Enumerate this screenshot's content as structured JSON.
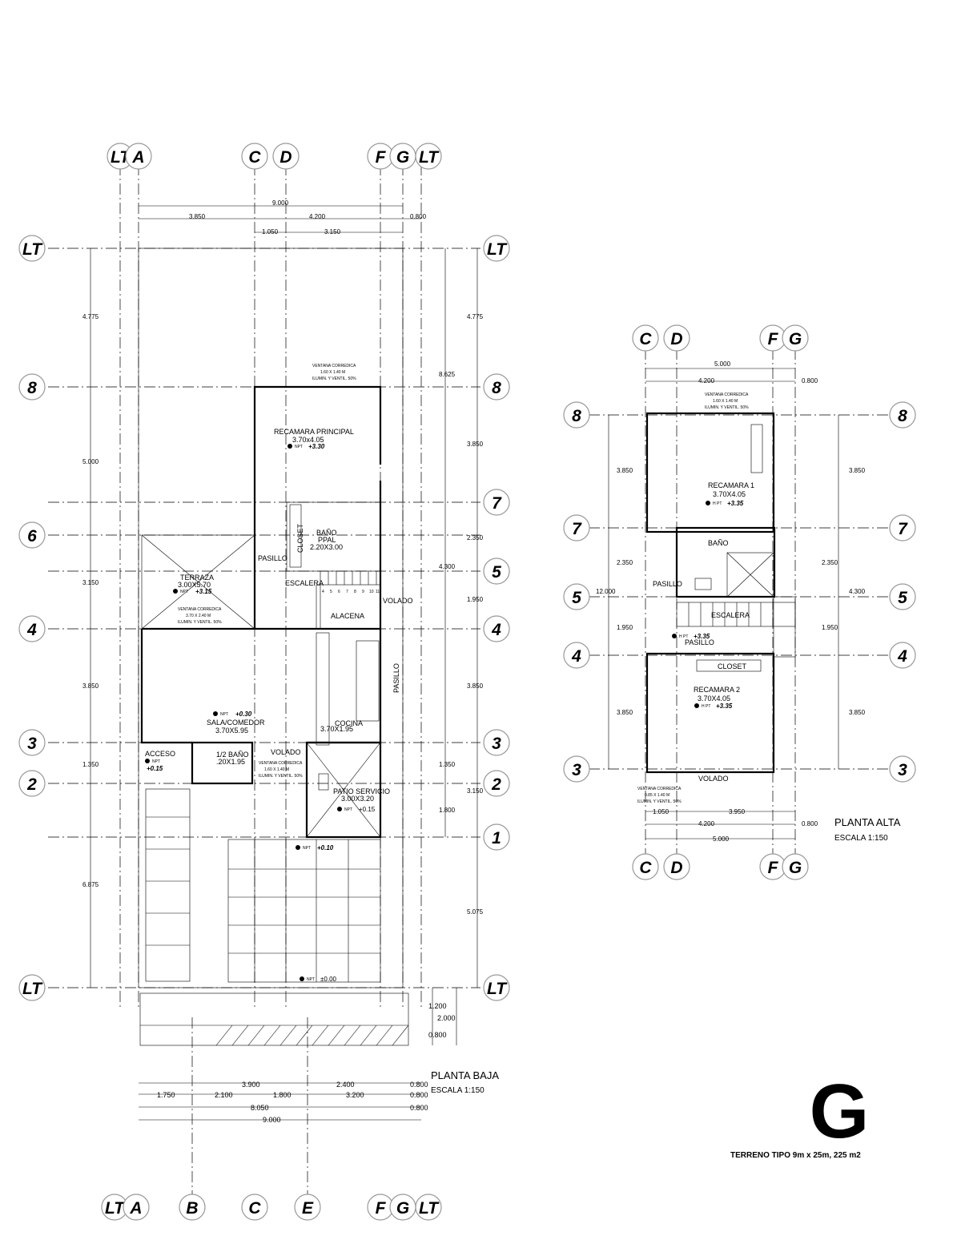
{
  "sheet_letter": "G",
  "lot_note": "TERRENO TIPO 9m x 25m, 225 m2",
  "planta_baja": {
    "title": "PLANTA BAJA",
    "scale": "ESCALA 1:150",
    "axes_top": [
      "LT",
      "A",
      "C",
      "D",
      "F",
      "G",
      "LT"
    ],
    "axes_bottom": [
      "LT",
      "A",
      "B",
      "C",
      "E",
      "F",
      "G",
      "LT"
    ],
    "axes_left": [
      "LT",
      "8",
      "6",
      "4",
      "3",
      "2",
      "LT"
    ],
    "axes_right": [
      "LT",
      "8",
      "7",
      "5",
      "4",
      "3",
      "2",
      "1",
      "LT"
    ],
    "dims_top": [
      "9.000",
      "3.850",
      "4.200",
      "0.800",
      "1.050",
      "3.150"
    ],
    "dims_left": [
      "4.775",
      "5.000",
      "3.150",
      "3.850",
      "1.350",
      "6.875"
    ],
    "dims_right": [
      "4.775",
      "8.625",
      "3.850",
      "2.350",
      "4.300",
      "1.950",
      "3.850",
      "1.350",
      "3.150",
      "1.800",
      "5.075",
      "1.200",
      "2.000",
      "0.800"
    ],
    "dims_bottom": [
      "3.900",
      "2.400",
      "0.800",
      "1.750",
      "2.100",
      "1.800",
      "3.200",
      "0.800",
      "8.050",
      "0.800",
      "9.000"
    ],
    "rooms": {
      "recamara_principal": "RECAMARA PRINCIPAL",
      "recamara_principal_size": "3.70x4.05",
      "bano_ppal": "BAÑO",
      "bano_ppal_2": "PPAL",
      "bano_ppal_size": "2.20X3.00",
      "closet": "CLOSET",
      "pasillo": "PASILLO",
      "escalera": "ESCALERA",
      "volado": "VOLADO",
      "alacena": "ALACENA",
      "terraza": "TERRAZA",
      "terraza_size": "3.00X5.70",
      "sala_comedor": "SALA/COMEDOR",
      "sala_comedor_size": "3.70X5.95",
      "cocina": "COCINA",
      "cocina_size": "3.70X1.95",
      "acceso": "ACCESO",
      "medio_bano": "1/2 BAÑO",
      "medio_bano_size": ".20X1.95",
      "volado_2": "VOLADO",
      "patio_servicio": "PATIO SERVICIO",
      "patio_servicio_size": "3.00X3.20",
      "pasillo_2": "PASILLO"
    },
    "levels": {
      "npt": "NPT",
      "recamara": "+3.30",
      "terraza": "+3.15",
      "sala": "+0.30",
      "acceso": "+0.15",
      "patio": "+0.15",
      "exterior": "+0.10",
      "calle": "±0.00"
    },
    "stair_steps": [
      "4",
      "5",
      "6",
      "7",
      "8",
      "9",
      "10",
      "11"
    ],
    "windows": {
      "recamara_1": "VENTANA CORREDICA",
      "recamara_2": "1.60 X 1.40 M",
      "recamara_3": "ILUMIN. Y VENTIL. 50%",
      "terraza_1": "VENTANA CORREDICA",
      "terraza_2": "3.70 X 2.40 M",
      "terraza_3": "ILUMIN. Y VENTIL. 50%",
      "medio_bano_1": "VENTANA CORREDICA",
      "medio_bano_2": "1.60 X 1.40 M",
      "medio_bano_3": "ILUMIN. Y VENTIL. 50%"
    }
  },
  "planta_alta": {
    "title": "PLANTA ALTA",
    "scale": "ESCALA 1:150",
    "axes_top": [
      "C",
      "D",
      "F",
      "G"
    ],
    "axes_bottom": [
      "C",
      "D",
      "F",
      "G"
    ],
    "axes_left": [
      "8",
      "7",
      "5",
      "4",
      "3"
    ],
    "axes_right": [
      "8",
      "7",
      "5",
      "4",
      "3"
    ],
    "dims_top": [
      "5.000",
      "4.200",
      "0.800"
    ],
    "dims_left": [
      "3.850",
      "2.350",
      "12.000",
      "1.950",
      "3.850"
    ],
    "dims_right": [
      "3.850",
      "2.350",
      "4.300",
      "1.950",
      "3.850"
    ],
    "dims_bottom": [
      "1.050",
      "3.950",
      "4.200",
      "0.800",
      "5.000"
    ],
    "rooms": {
      "recamara_1": "RECAMARA 1",
      "recamara_1_size": "3.70X4.05",
      "bano": "BAÑO",
      "pasillo": "PASILLO",
      "escalera": "ESCALERA",
      "pasillo_2": "PASILLO",
      "closet": "CLOSET",
      "recamara_2": "RECAMARA 2",
      "recamara_2_size": "3.70X4.05",
      "volado": "VOLADO"
    },
    "levels": {
      "npt": "H PT",
      "recamara_1": "+3.35",
      "pasillo": "+3.35",
      "recamara_2": "+3.35"
    },
    "windows": {
      "top_1": "VENTANA CORREDICA",
      "top_2": "1.60 X 1.40 M",
      "top_3": "ILUMIN. Y VENTIL. 50%",
      "bottom_1": "VENTANA CORREDICA",
      "bottom_2": "0.85 X 1.40 M",
      "bottom_3": "ILUMIN. Y VENTIL. 50%"
    }
  }
}
